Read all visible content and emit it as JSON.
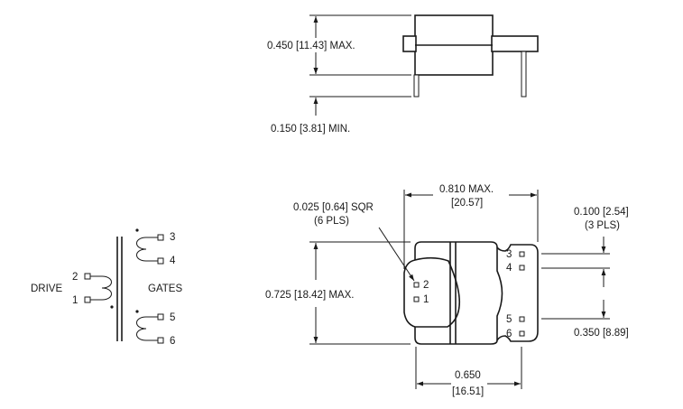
{
  "side_view": {
    "height_label": "0.450 [11.43] MAX.",
    "standoff_label": "0.150 [3.81] MIN."
  },
  "schematic": {
    "drive_label": "DRIVE",
    "gates_label": "GATES",
    "pins": [
      "1",
      "2",
      "3",
      "4",
      "5",
      "6"
    ]
  },
  "top_view": {
    "pin_size_label": "0.025 [0.64] SQR",
    "pin_size_count": "(6 PLS)",
    "width_label": "0.810 MAX.",
    "width_metric": "[20.57]",
    "pitch_label": "0.100 [2.54]",
    "pitch_count": "(3 PLS)",
    "height_label": "0.725 [18.42] MAX.",
    "row_spacing_label": "0.350 [8.89]",
    "pin_span_label": "0.650",
    "pin_span_metric": "[16.51]",
    "pins": [
      "1",
      "2",
      "3",
      "4",
      "5",
      "6"
    ]
  }
}
